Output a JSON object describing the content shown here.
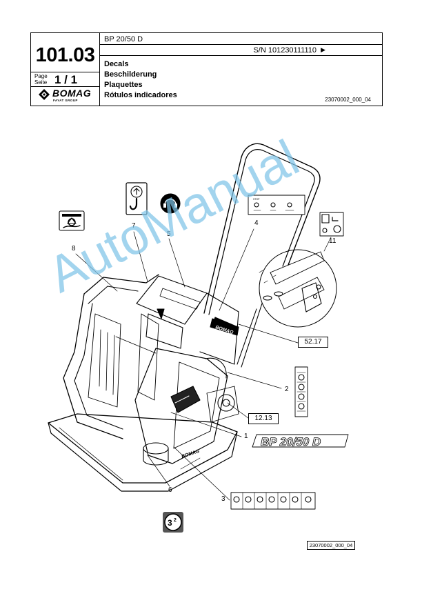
{
  "header": {
    "model": "BP 20/50 D",
    "serial": "S/N 101230111110",
    "serial_arrow": "▶",
    "section_number": "101.03",
    "page_label": "Page\nSeite",
    "page_value": "1 / 1",
    "titles": [
      "Decals",
      "Beschilderung",
      "Plaquettes",
      "Rótulos indicadores"
    ],
    "doc_ref": "23070002_000_04",
    "logo_text": "BOMAG",
    "logo_subtext": "FAYAT GROUP"
  },
  "callouts": {
    "c1": "1",
    "c2": "2",
    "c3": "3",
    "c4": "4",
    "c5": "5",
    "c6": "6",
    "c7": "7",
    "c8": "8",
    "c11": "11"
  },
  "ref_boxes": {
    "r1": "52.17",
    "r2": "12.13"
  },
  "decal_text": {
    "model_decal": "BP 20/50 D",
    "bomag_decal": "BOMAG",
    "stop_label": "STOP"
  },
  "footer": {
    "doc_ref": "23070002_000_04"
  },
  "watermark": "AutoManual"
}
